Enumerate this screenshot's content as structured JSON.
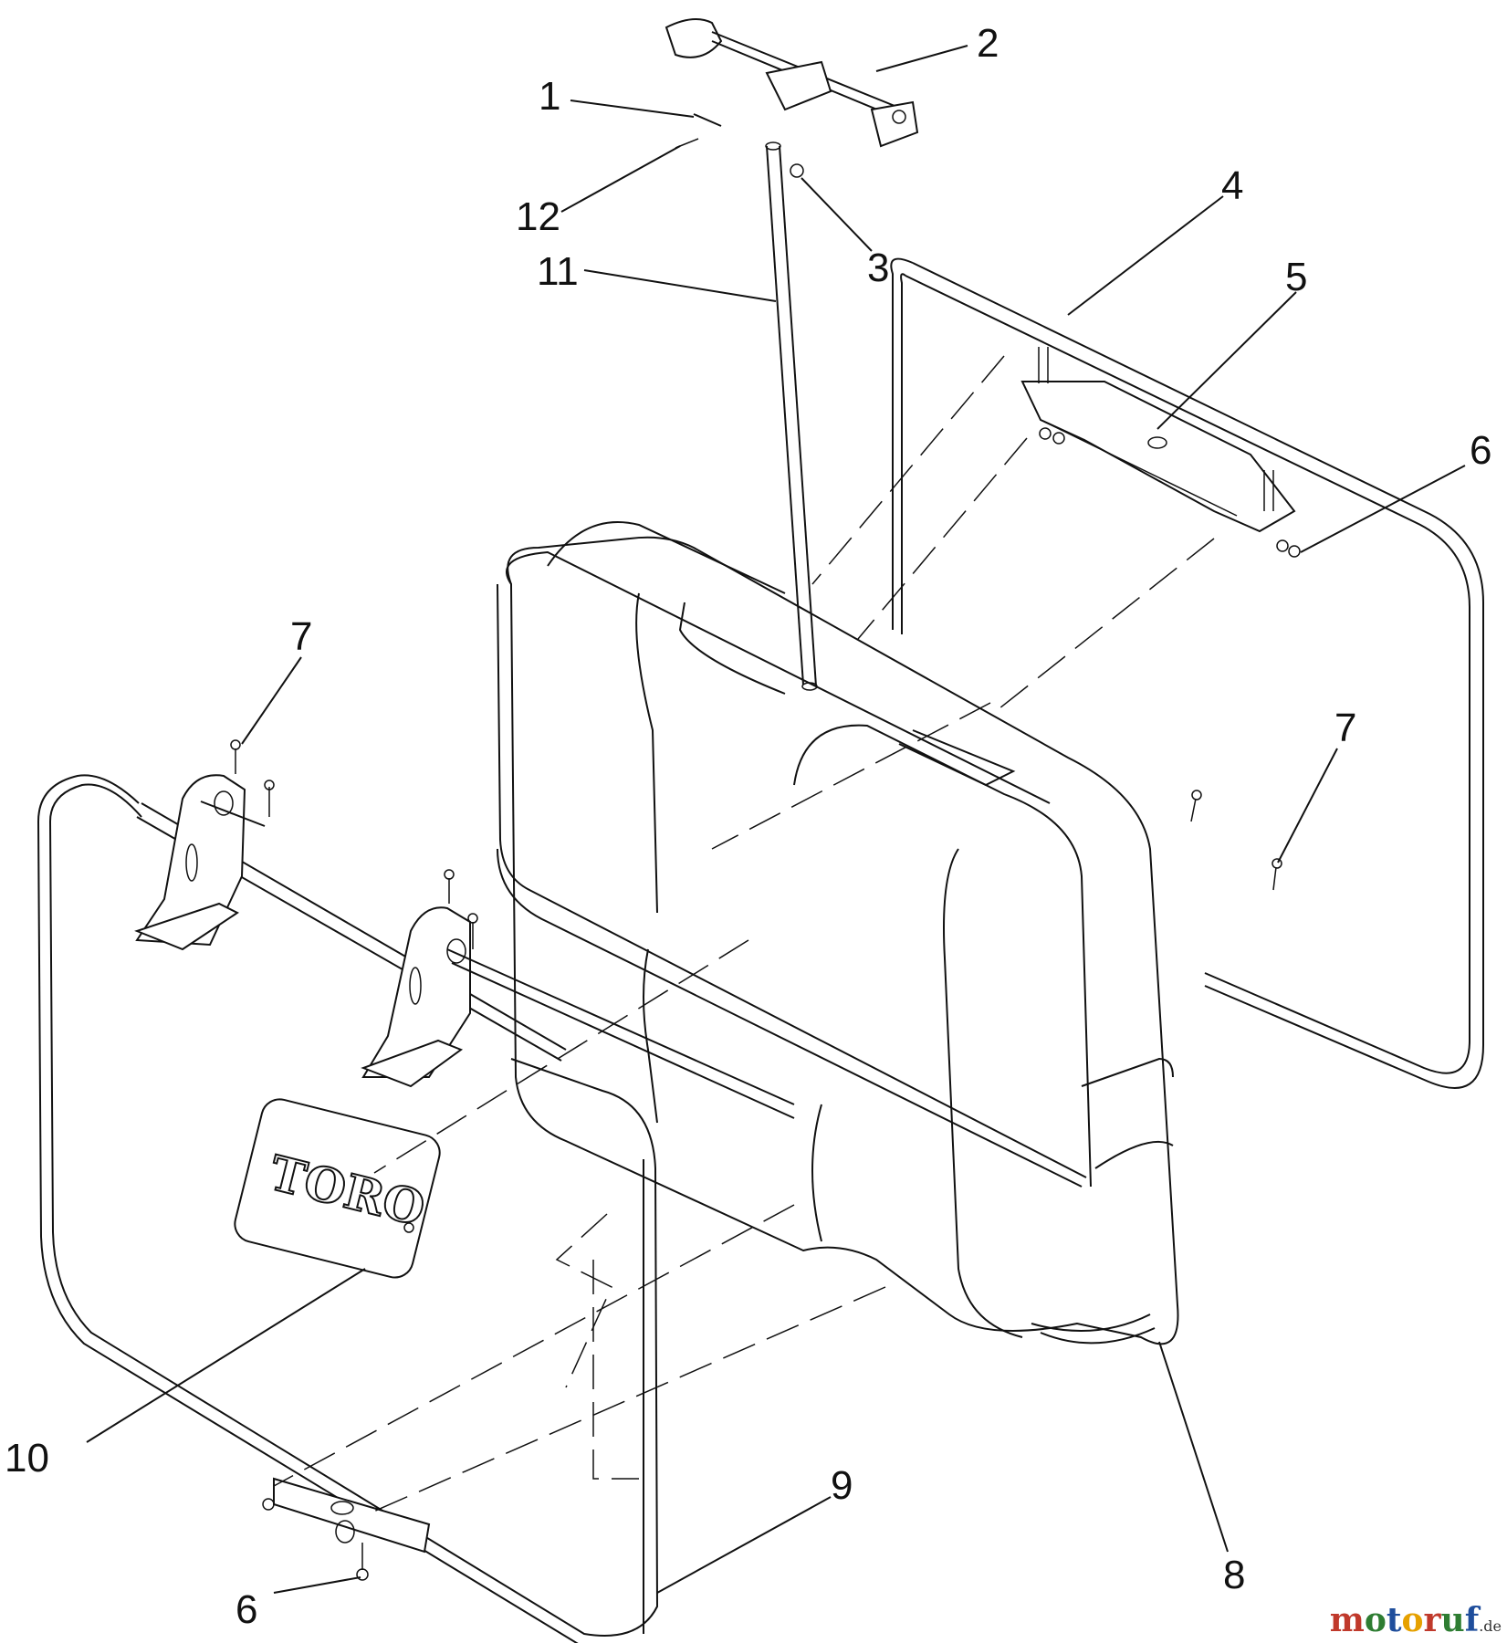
{
  "diagram": {
    "callouts": [
      "1",
      "2",
      "3",
      "4",
      "5",
      "6",
      "7",
      "8",
      "9",
      "10",
      "11",
      "12"
    ],
    "callouts_repeat": {
      "six_bottom": "6",
      "seven_right": "7"
    },
    "logo_text": "TORO",
    "watermark": {
      "m": "m",
      "o1": "o",
      "t": "t",
      "o2": "o",
      "r": "r",
      "u": "u",
      "f": "f",
      "de": ".de"
    }
  }
}
